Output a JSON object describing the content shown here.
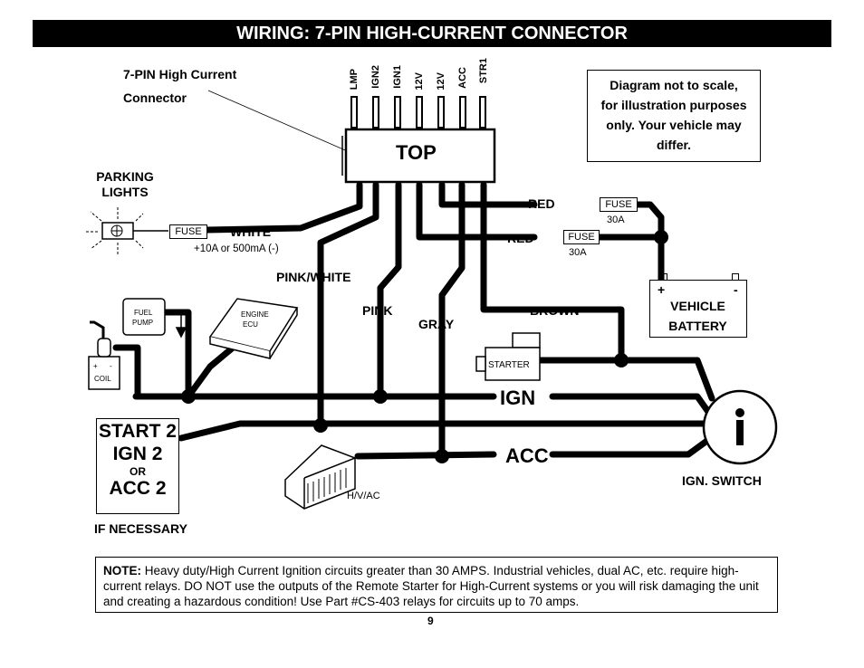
{
  "title": "WIRING: 7-PIN HIGH-CURRENT CONNECTOR",
  "connector": {
    "caption_line1": "7-PIN High Current",
    "caption_line2": "Connector",
    "top_label": "TOP",
    "pins": [
      "LMP",
      "IGN2",
      "IGN1",
      "12V",
      "12V",
      "ACC",
      "STR1"
    ]
  },
  "disclaimer": {
    "line1": "Diagram not to scale,",
    "line2": "for illustration purposes",
    "line3": "only. Your vehicle may",
    "line4": "differ."
  },
  "parking_lights": {
    "line1": "PARKING",
    "line2": "LIGHTS"
  },
  "fuse_label": "FUSE",
  "wires": {
    "white": "WHITE",
    "white_rating": "+10A or 500mA (-)",
    "pink_white": "PINK/WHITE",
    "pink": "PINK",
    "gray": "GRAY",
    "red1": "RED",
    "red2": "RED",
    "brown": "BROWN",
    "fuse_rating1": "30A",
    "fuse_rating2": "30A"
  },
  "battery": {
    "plus": "+",
    "minus": "-",
    "line1": "VEHICLE",
    "line2": "BATTERY"
  },
  "components": {
    "fuel_line1": "FUEL",
    "fuel_line2": "PUMP",
    "ecu_line1": "ENGINE",
    "ecu_line2": "ECU",
    "coil": "COIL",
    "coil_plus": "+",
    "coil_minus": "-",
    "starter": "STARTER",
    "hvac": "H/V/AC"
  },
  "circuits": {
    "ign": "IGN",
    "acc": "ACC"
  },
  "start_box": {
    "line1": "START 2",
    "line2": "IGN 2",
    "line3": "OR",
    "line4": "ACC 2"
  },
  "if_necessary": "IF NECESSARY",
  "ign_switch": "IGN. SWITCH",
  "note": {
    "bold": "NOTE:",
    "text": " Heavy duty/High Current Ignition circuits greater than 30 AMPS. Industrial vehicles, dual AC, etc. require high-current relays.  DO NOT use the outputs of the Remote Starter for High-Current systems or you will risk damaging the unit and creating a hazardous condition!  Use Part #CS-403 relays for circuits up to 70 amps."
  },
  "page_number": "9"
}
